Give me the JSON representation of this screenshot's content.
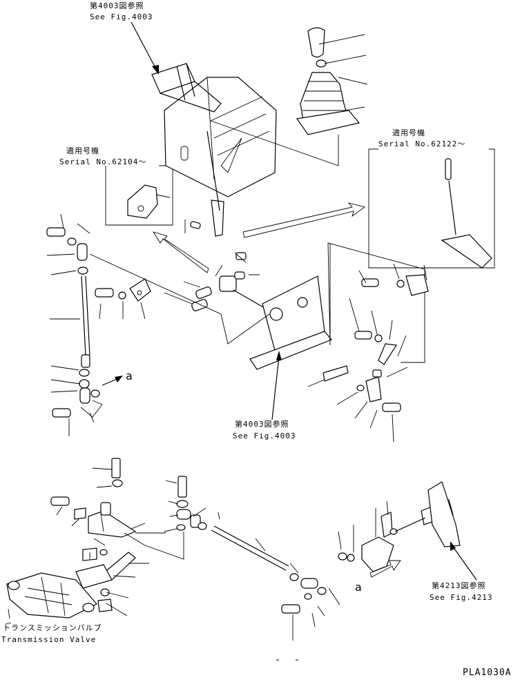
{
  "callouts": {
    "fig4003_top": {
      "jp": "第4003図参照",
      "en": "See Fig.4003"
    },
    "fig4003_mid": {
      "jp": "第4003図参照",
      "en": "See Fig.4003"
    },
    "fig4213": {
      "jp": "第4213図参照",
      "en": "See Fig.4213"
    },
    "serial_left": {
      "jp": "適用号機",
      "en": "Serial No.62104～"
    },
    "serial_right": {
      "jp": "適用号機",
      "en": "Serial No.62122～"
    },
    "transmission": {
      "jp": "トランスミッションバルブ",
      "en": "Transmission Valve"
    }
  },
  "markers": {
    "a_upper": "a",
    "a_lower": "a"
  },
  "part_id": "PLA1030A"
}
